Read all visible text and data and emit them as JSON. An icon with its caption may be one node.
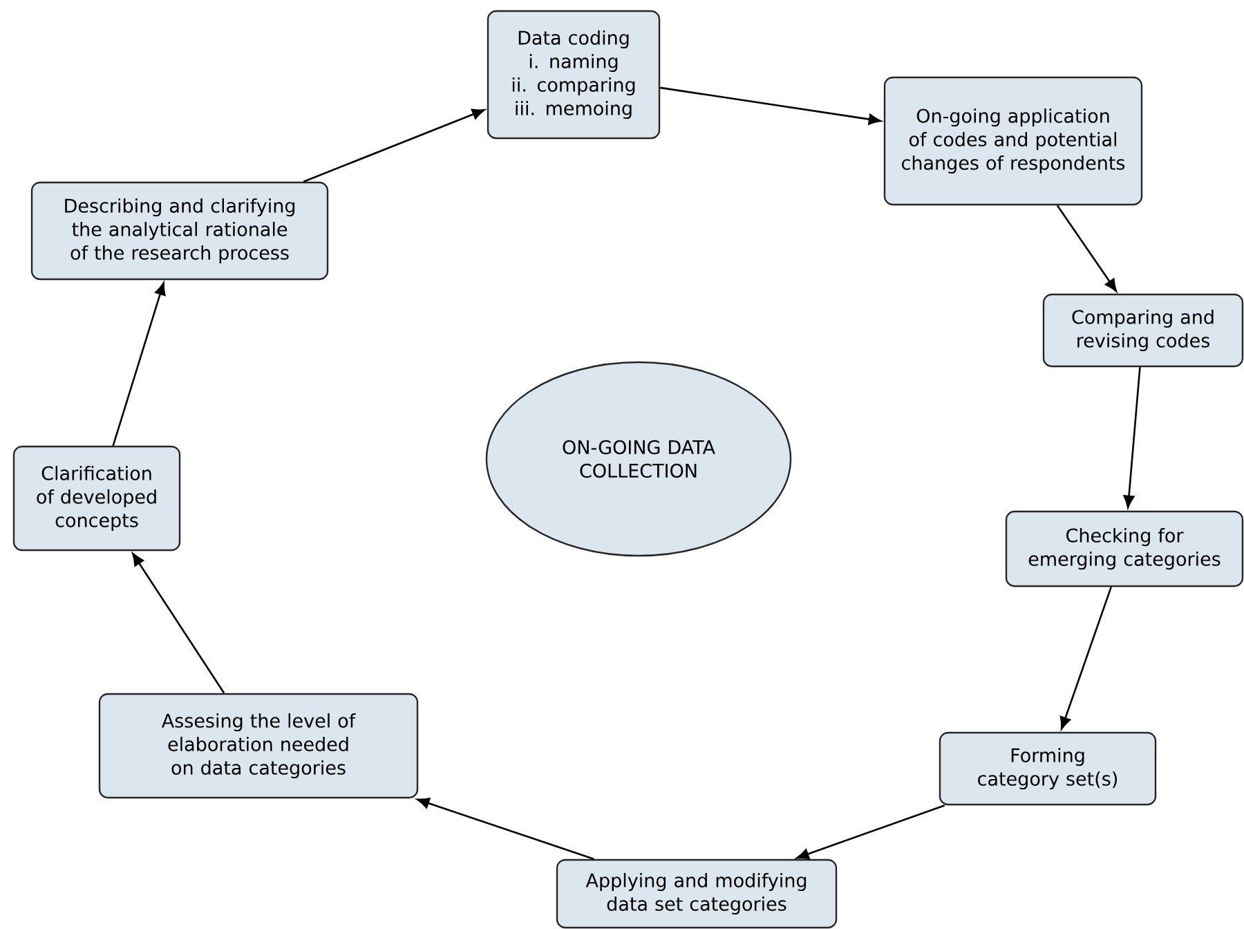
{
  "diagram": {
    "nodes": [
      {
        "text": [
          "Data coding",
          "i. naming",
          "ii. comparing",
          "iii. memoing"
        ]
      },
      {
        "text": [
          "On-going application of codes and potential changes of respondents"
        ]
      },
      {
        "text": [
          "Comparing and revising codes"
        ]
      },
      {
        "text": [
          "Checking for emerging categories"
        ]
      },
      {
        "text": [
          "Forming category set(s)"
        ]
      },
      {
        "text": [
          "Applying and modifying data set categories"
        ]
      },
      {
        "text": [
          "Assesing the level of elaboration needed on data categories"
        ]
      },
      {
        "text": [
          "Clarification of developed concepts"
        ]
      },
      {
        "text": [
          "Describing and clarifying the analytical rationale of the research process"
        ]
      },
      {
        "text": [
          "ON-GOING DATA COLLECTION"
        ]
      }
    ],
    "edges": [
      {
        "from": 0,
        "to": 1,
        "arrow": "to"
      },
      {
        "from": 1,
        "to": 2,
        "arrow": "to"
      },
      {
        "from": 2,
        "to": 3,
        "arrow": "to"
      },
      {
        "from": 3,
        "to": 4,
        "arrow": "to"
      },
      {
        "from": 4,
        "to": 5,
        "arrow": "to"
      },
      {
        "from": 5,
        "to": 6,
        "arrow": "to"
      },
      {
        "from": 6,
        "to": 7,
        "arrow": "to"
      },
      {
        "from": 7,
        "to": 8,
        "arrow": "to"
      },
      {
        "from": 8,
        "to": 0,
        "arrow": "to"
      }
    ]
  }
}
